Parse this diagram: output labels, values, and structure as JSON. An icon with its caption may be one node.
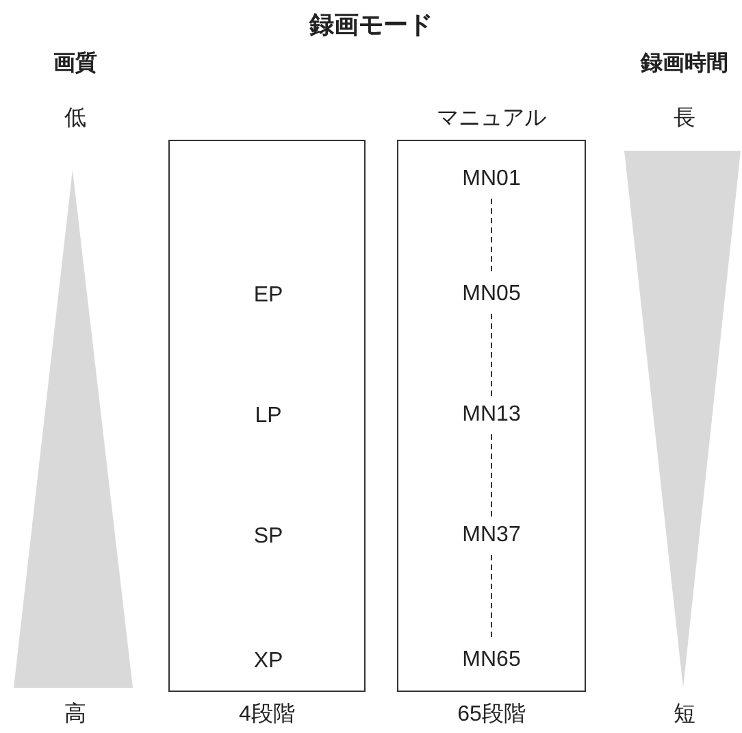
{
  "diagram": {
    "title": "録画モード",
    "nodes": [
      {
        "text": [],
        "shape": "box",
        "beside": [
          "4段階"
        ]
      },
      {
        "text": [
          "マニュアル"
        ],
        "beside": [
          "65段階"
        ]
      },
      {
        "text": [
          "EP"
        ],
        "in": 0
      },
      {
        "text": [
          "LP"
        ],
        "in": 0
      },
      {
        "text": [
          "SP"
        ],
        "in": 0
      },
      {
        "text": [
          "XP"
        ],
        "in": 0
      },
      {
        "text": [
          "MN01"
        ],
        "in": 1
      },
      {
        "text": [
          "MN05"
        ],
        "in": 1
      },
      {
        "text": [
          "MN13"
        ],
        "in": 1
      },
      {
        "text": [
          "MN37"
        ],
        "in": 1
      },
      {
        "text": [
          "MN65"
        ],
        "in": 1
      },
      {
        "text": [],
        "shape": "triangle"
      },
      {
        "text": [],
        "shape": "triangle"
      }
    ],
    "edges": [
      {
        "from": 6,
        "to": 7,
        "arrow": "none",
        "style": "dashed"
      },
      {
        "from": 7,
        "to": 8,
        "arrow": "none",
        "style": "dashed"
      },
      {
        "from": 8,
        "to": 9,
        "arrow": "none",
        "style": "dashed"
      },
      {
        "from": 9,
        "to": 10,
        "arrow": "none",
        "style": "dashed"
      }
    ],
    "labels": [
      "画質",
      "低",
      "高",
      "録画時間",
      "長",
      "短"
    ]
  }
}
